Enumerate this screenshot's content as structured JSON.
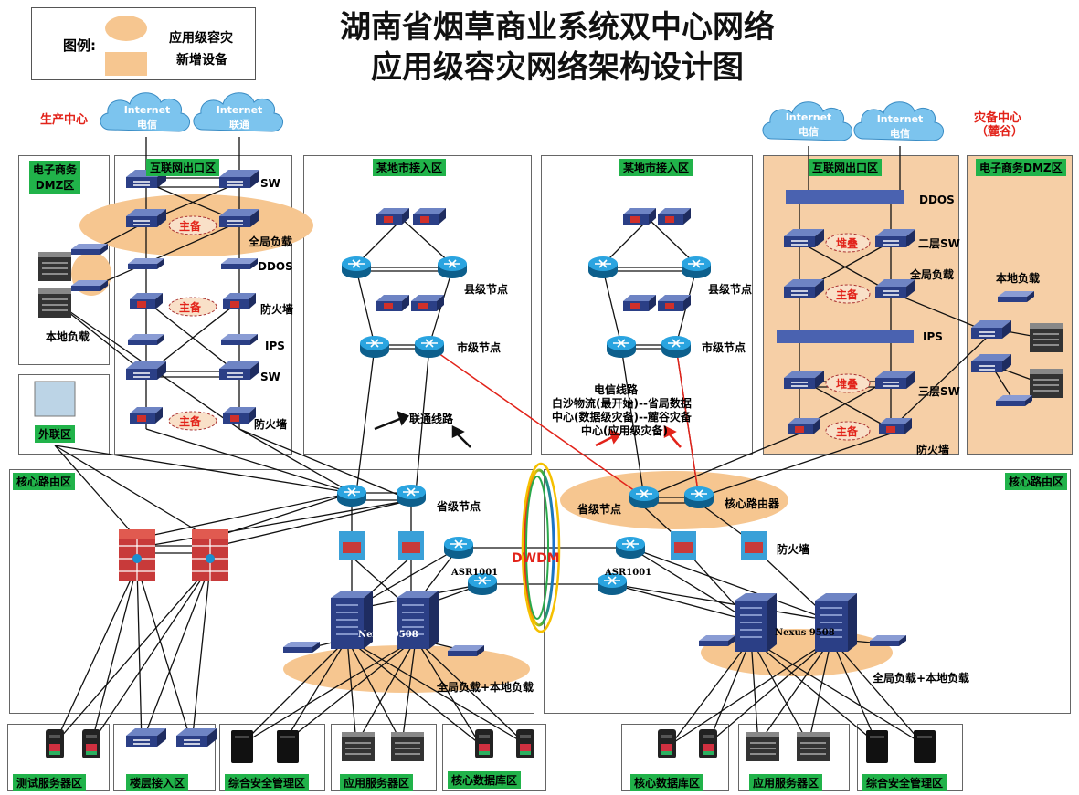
{
  "title": {
    "line1": "湖南省烟草商业系统双中心网络",
    "line2": "应用级容灾网络架构设计图"
  },
  "legend": {
    "label": "图例:",
    "line1": "应用级容灾",
    "line2": "新增设备"
  },
  "sites": {
    "production": "生产中心",
    "backup_line1": "灾备中心",
    "backup_line2": "（麓谷）"
  },
  "clouds": [
    {
      "line1": "Internet",
      "line2": "电信"
    },
    {
      "line1": "Internet",
      "line2": "联通"
    },
    {
      "line1": "Internet",
      "line2": "电信"
    },
    {
      "line1": "Internet",
      "line2": "电信"
    }
  ],
  "zones": {
    "left_dmz": "电子商务\nDMZ区",
    "left_internet": "互联网出口区",
    "city_access_1": "某地市接入区",
    "city_access_2": "某地市接入区",
    "right_internet": "互联网出口区",
    "right_dmz": "电子商务DMZ区",
    "extranet": "外联区",
    "core_left": "核心路由区",
    "core_right": "核心路由区"
  },
  "left_internet_labels": {
    "sw": "SW",
    "glb": "全局负载",
    "ddos": "DDOS",
    "fw1": "防火墙",
    "ips": "IPS",
    "sw2": "SW",
    "fw2": "防火墙",
    "ha1": "主备",
    "ha2": "主备",
    "ha3": "主备"
  },
  "left_dmz_labels": {
    "local_lb": "本地负载"
  },
  "right_internet_labels": {
    "ddos": "DDOS",
    "l2sw": "二层SW",
    "glb": "全局负载",
    "ips": "IPS",
    "l3sw": "三层SW",
    "fw": "防火墙",
    "stack1": "堆叠",
    "ha1": "主备",
    "stack2": "堆叠",
    "ha2": "主备"
  },
  "right_dmz_labels": {
    "local_lb": "本地负载"
  },
  "city_labels": {
    "county_node": "县级节点",
    "city_node": "市级节点"
  },
  "annotations": {
    "unicom_line": "联通线路",
    "telecom_line1": "电信线路",
    "telecom_line2": "白沙物流(最开始)--省局数据",
    "telecom_line3": "中心(数据级灾备)--麓谷灾备",
    "telecom_line4": "中心(应用级灾备)"
  },
  "core_labels": {
    "prov_node_left": "省级节点",
    "prov_node_right": "省级节点",
    "core_router": "核心路由器",
    "firewall": "防火墙",
    "dwdm": "DWDM",
    "asr_left": "ASR1001",
    "asr_right": "ASR1001",
    "nexus_left": "Nexus 9508",
    "nexus_right": "Nexus 9508",
    "lb_left": "全局负载+本地负载",
    "lb_right": "全局负载+本地负载"
  },
  "bottom_zones": [
    "测试服务器区",
    "楼层接入区",
    "综合安全管理区",
    "应用服务器区",
    "核心数据库区",
    "核心数据库区",
    "应用服务器区",
    "综合安全管理区"
  ],
  "colors": {
    "accent_orange": "#f6c690",
    "zone_green": "#21b34a",
    "red": "#e2231a",
    "device_blue": "#2f5ea8",
    "router_blue": "#1a8fd0"
  }
}
